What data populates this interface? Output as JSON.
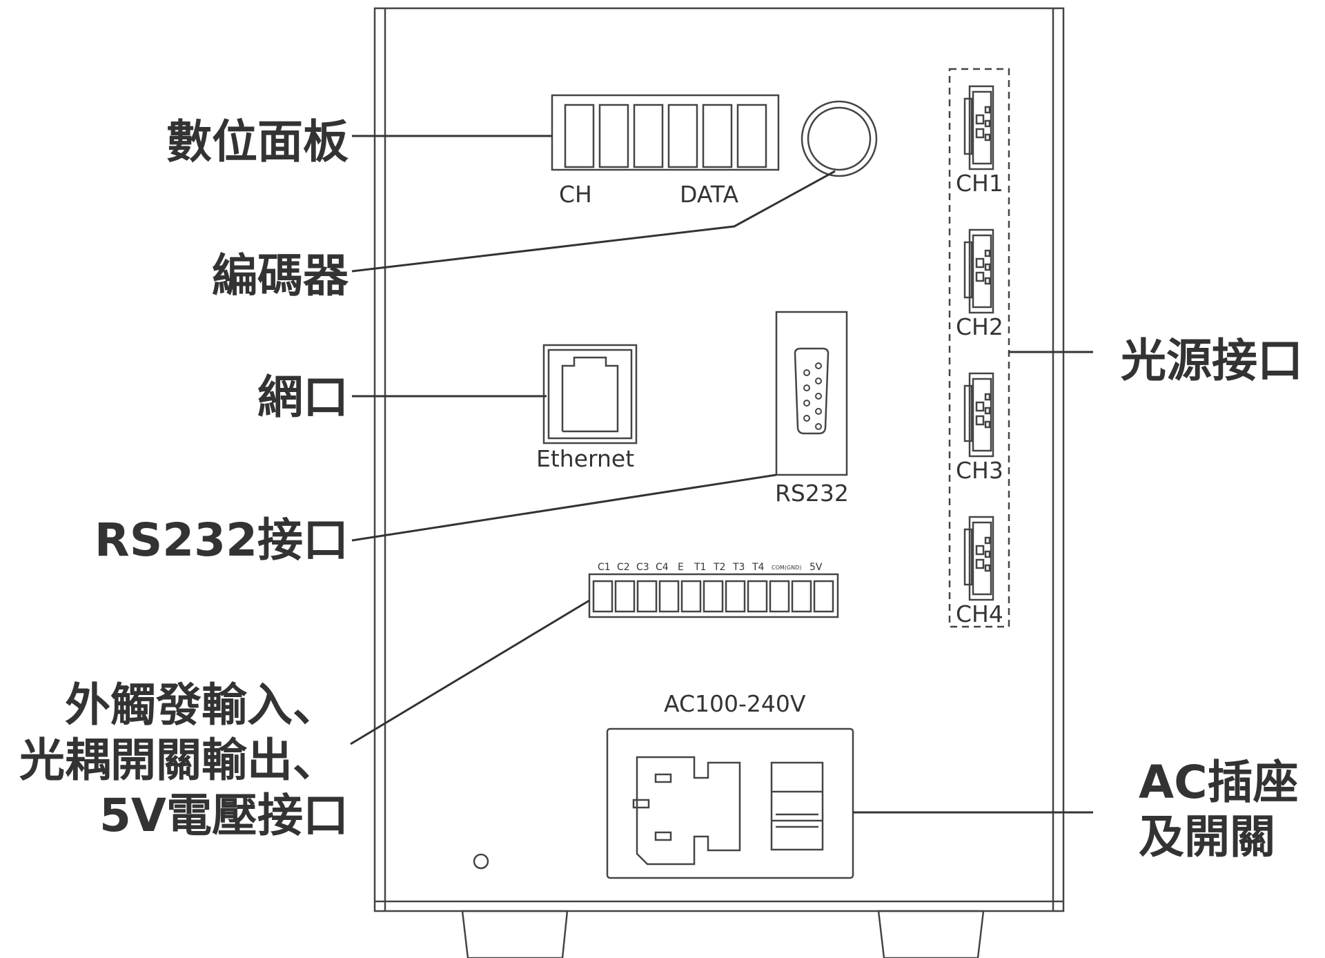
{
  "callouts": {
    "digital_panel": "數位面板",
    "encoder": "編碼器",
    "network_port": "網口",
    "rs232_port": "RS232接口",
    "io_line1": "外觸發輸入、",
    "io_line2": "光耦開關輸出、",
    "io_line3": "5V電壓接口",
    "light_source_port": "光源接口",
    "ac_line1": "AC插座",
    "ac_line2": "及開關"
  },
  "panel": {
    "ch_label": "CH",
    "data_label": "DATA",
    "ethernet_label": "Ethernet",
    "rs232_label": "RS232",
    "ac_voltage": "AC100-240V",
    "channels": [
      "CH1",
      "CH2",
      "CH3",
      "CH4"
    ],
    "terminal_pins": [
      "C1",
      "C2",
      "C3",
      "C4",
      "E",
      "T1",
      "T2",
      "T3",
      "T4",
      "COM(GND)",
      "5V"
    ]
  }
}
